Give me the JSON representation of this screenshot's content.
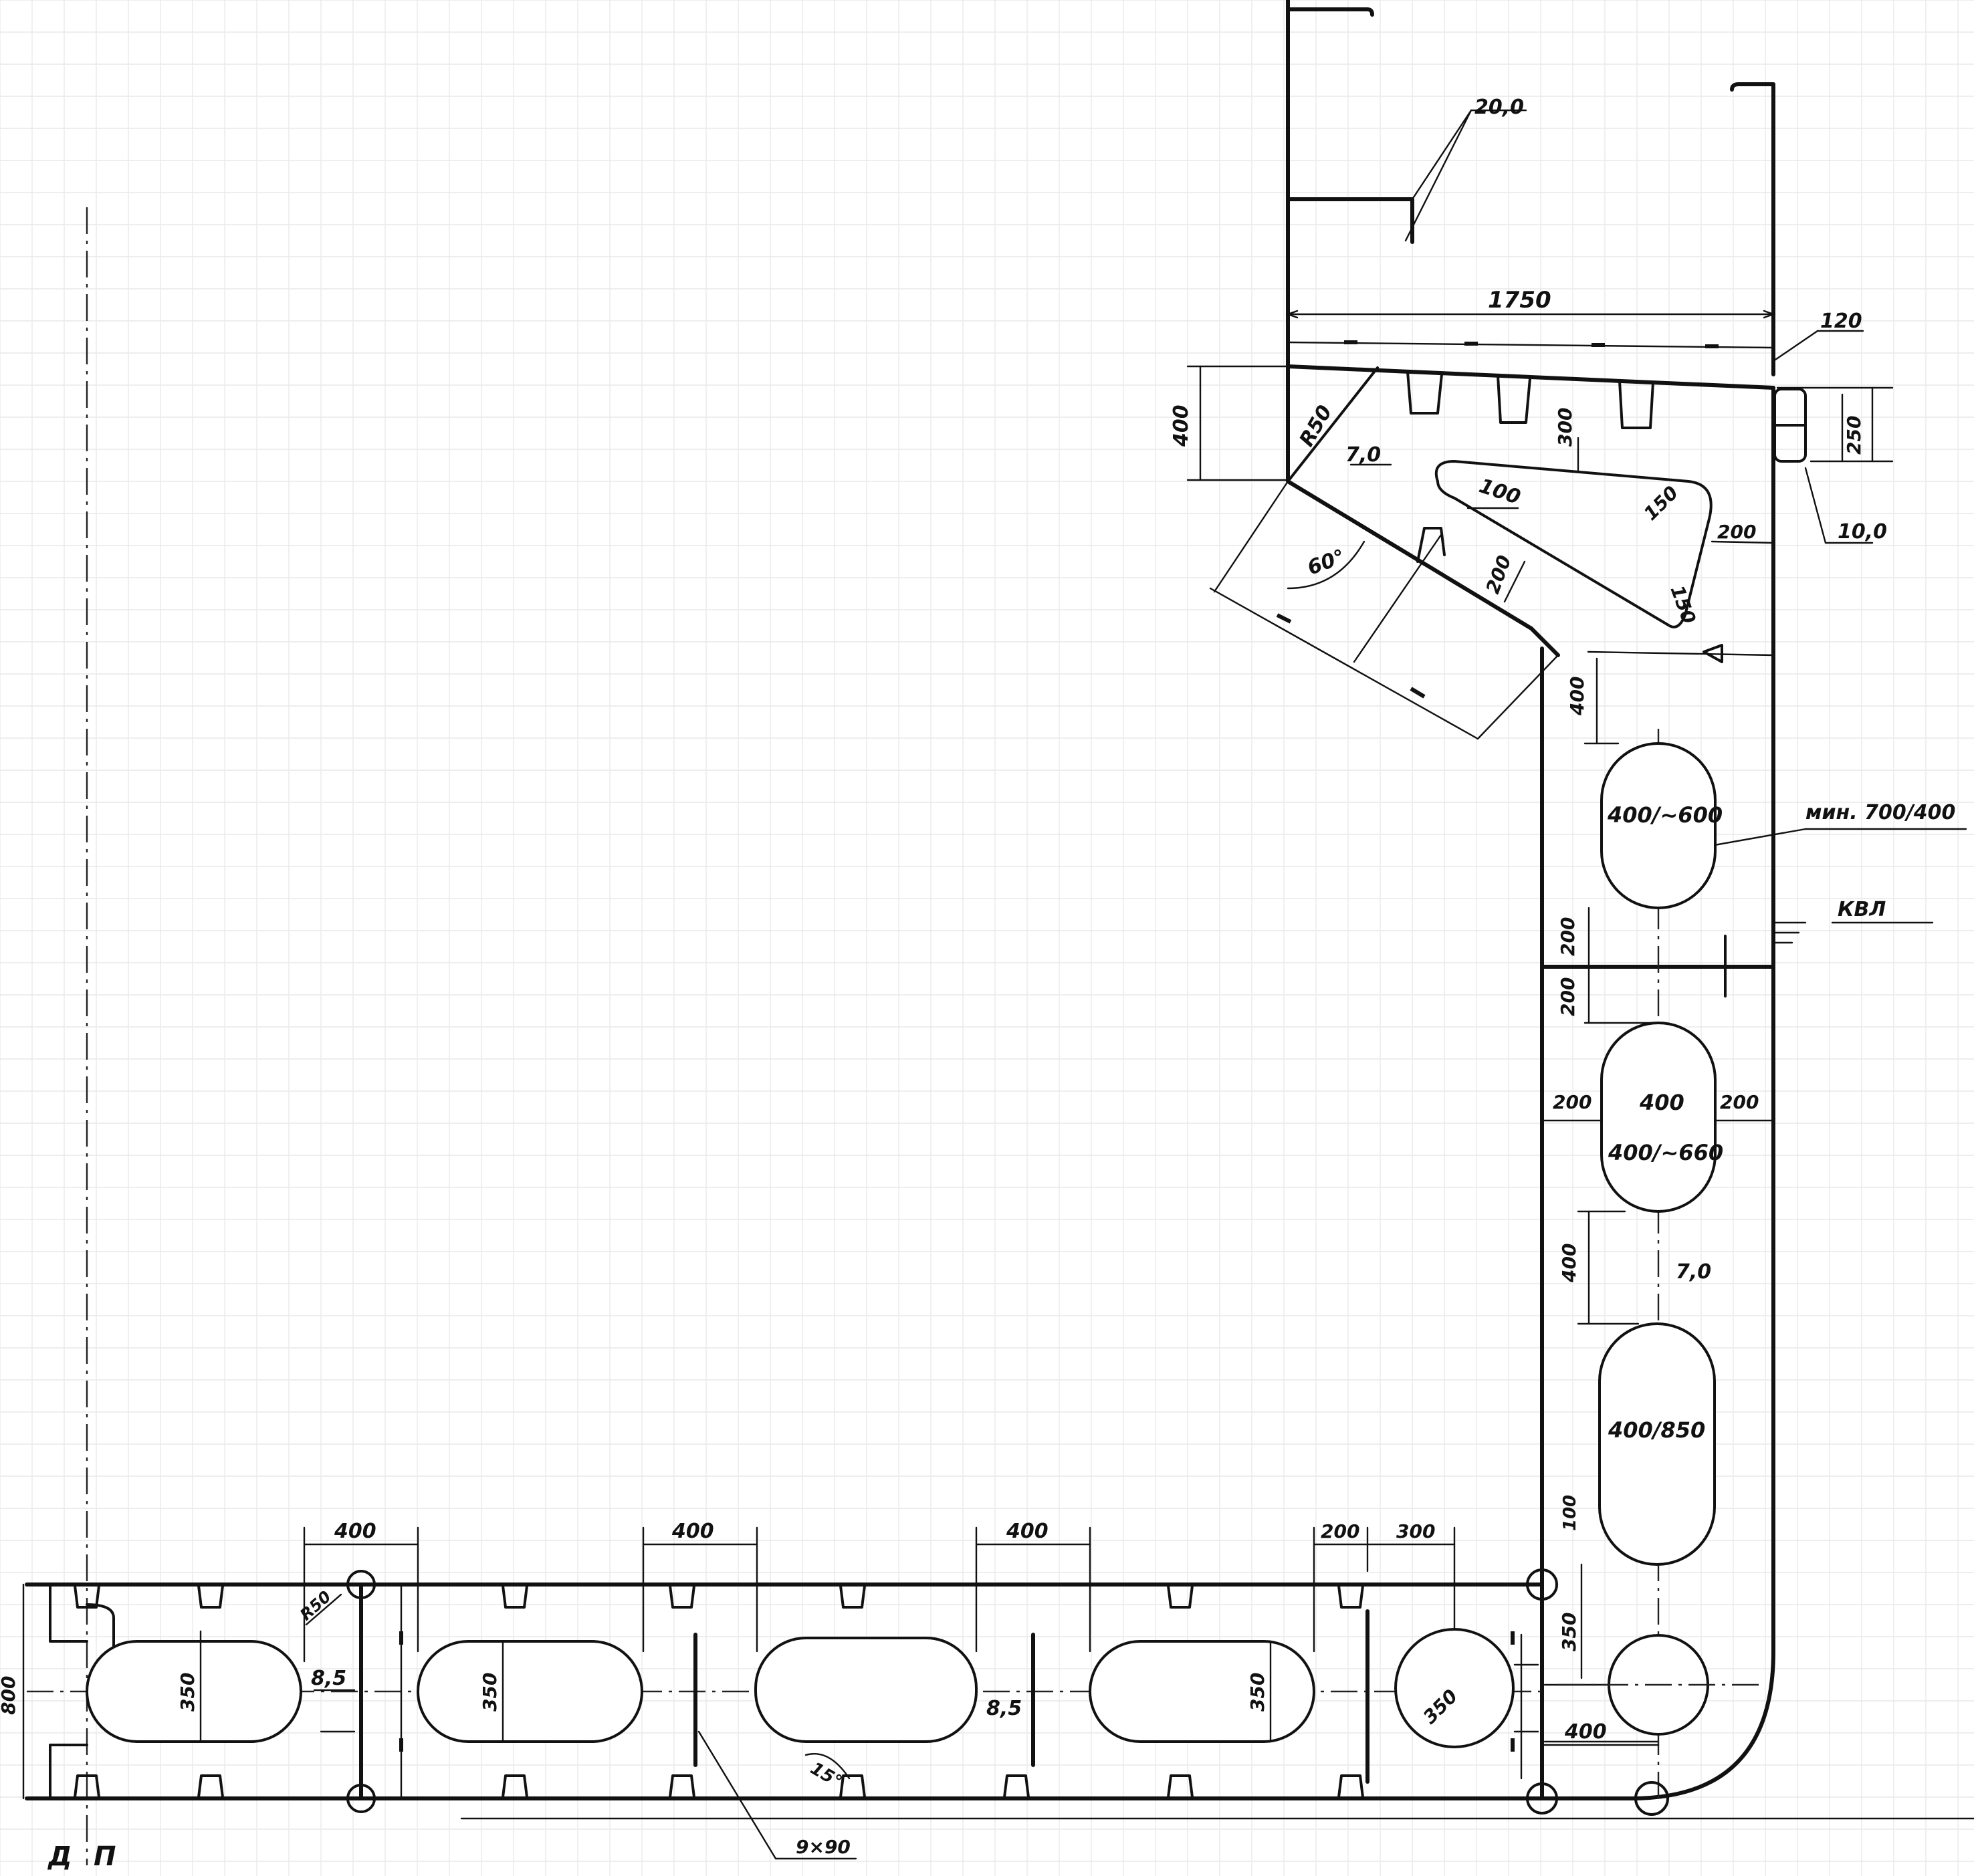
{
  "labels": {
    "plate_upper_deck": "20,0",
    "deck_width": "1750",
    "gunwale_width": "120",
    "gunwale_height": "250",
    "gunwale_thickness": "10,0",
    "deck_depth": "400",
    "deck_bracket_height": "300",
    "bracket_radius": "R50",
    "bracket_plate": "7,0",
    "cutout_top": "100",
    "cutout_corner_1": "150",
    "cutout_corner_2": "150",
    "cutout_side_gap": "200",
    "bevel_gap": "200",
    "bevel_angle": "60°",
    "side_top_gap": "400",
    "side_hole_1": "400/~600",
    "min_note": "мин. 700/400",
    "waterline": "КВЛ",
    "side_gap_200a": "200",
    "side_gap_200b": "200",
    "side_gap_200c": "200",
    "side_width_400": "400",
    "side_gap_200d": "200",
    "side_hole_2": "400/~660",
    "side_gap_400": "400",
    "side_plate": "7,0",
    "side_hole_3": "400/850",
    "side_gap_100": "100",
    "side_gap_350": "350",
    "bottom_gap_400": "400",
    "bottom_top_400a": "400",
    "bottom_top_400b": "400",
    "bottom_top_400c": "400",
    "bottom_top_200": "200",
    "bottom_top_300": "300",
    "floor_radius": "R50",
    "floor_plate_1": "8,5",
    "floor_plate_2": "8,5",
    "hole_h_1": "350",
    "hole_h_2": "350",
    "hole_h_3": "350",
    "hole_round": "350",
    "bottom_height": "800",
    "angle_15": "15°",
    "stiffener": "9×90",
    "centerline_left": "Д",
    "centerline_right": "П"
  }
}
